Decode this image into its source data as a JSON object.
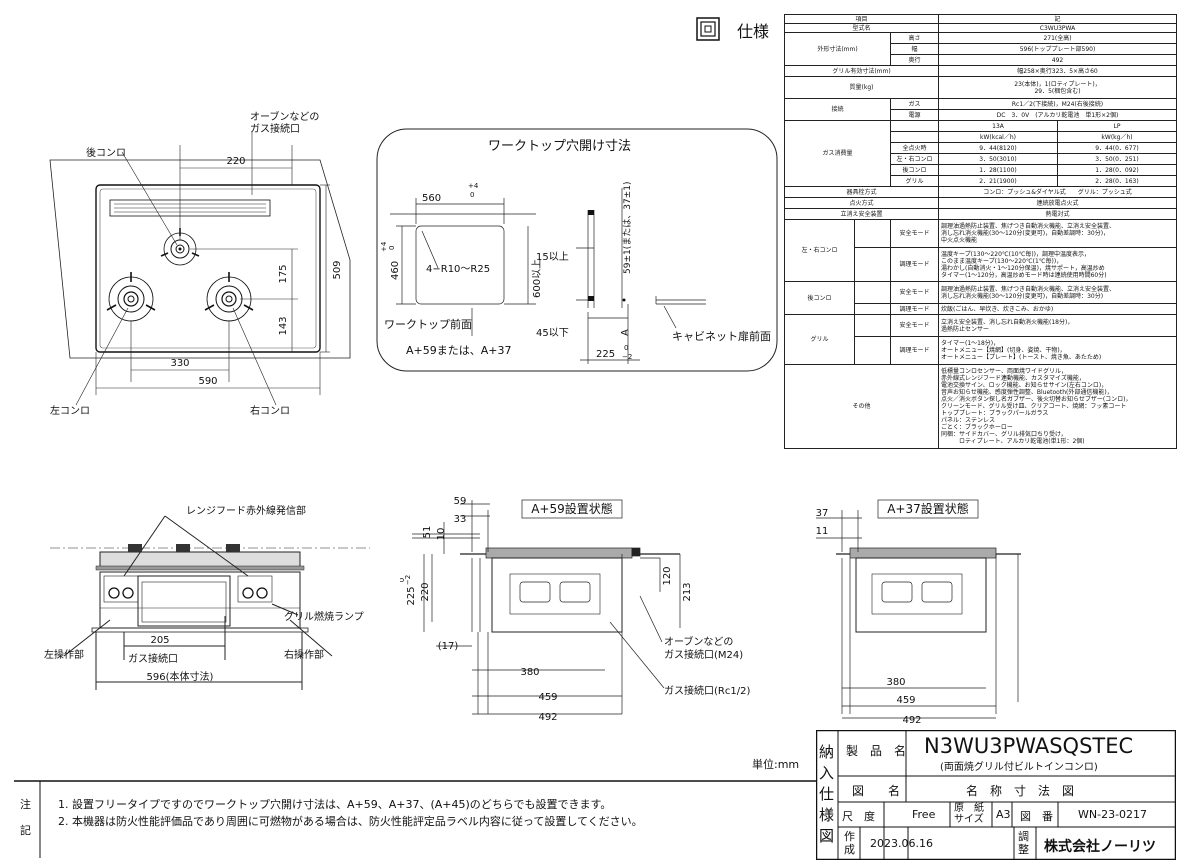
{
  "spec_header": {
    "title": "仕様"
  },
  "spec_table": {
    "col_item": "項目",
    "col_value": "記",
    "model_label": "型式名",
    "model_value": "C3WU3PWA",
    "dim_label": "外形寸法(mm)",
    "height_label": "高さ",
    "height_value": "271(全高)",
    "width_label": "幅",
    "width_value": "596(トッププレート部590)",
    "depth_label": "奥行",
    "depth_value": "492",
    "grill_eff_label": "グリル有効寸法(mm)",
    "grill_eff_value": "幅258×奥行323．5×高さ60",
    "weight_label": "質量(kg)",
    "weight_value": "23(本体)，1(ロティプレート)，\n29．5(梱包含む)",
    "connect_label": "接続",
    "gas_label": "ガス",
    "gas_value": "Rc1／2(下接続)，M24(右後接続)",
    "power_label": "電源",
    "power_value": "DC　3．0V　(アルカリ乾電池　単1形×2個)",
    "gas_cons_label": "ガス消費量",
    "col_13a": "13A",
    "col_lp": "LP",
    "unit_13a": "kW(kcal／h)",
    "unit_lp": "kW(kg／h)",
    "rows": [
      {
        "label": "全点火時",
        "v13a": "9．44(8120)",
        "vlp": "9．44(0．677)"
      },
      {
        "label": "左・右コンロ",
        "v13a": "3．50(3010)",
        "vlp": "3．50(0．251)"
      },
      {
        "label": "後コンロ",
        "v13a": "1．28(1100)",
        "vlp": "1．28(0．092)"
      },
      {
        "label": "グリル",
        "v13a": "2．21(1900)",
        "vlp": "2．28(0．163)"
      }
    ],
    "burner_type_label": "器具栓方式",
    "burner_type_value": "コンロ：プッシュ&ダイヤル式　　グリル：プッシュ式",
    "ignition_label": "点火方式",
    "ignition_value": "連続放電点火式",
    "flame_safety_label": "立消え安全装置",
    "flame_safety_value": "熱電対式",
    "lr_label": "左・右コンロ",
    "back_label": "後コンロ",
    "grill_label": "グリル",
    "safety_mode": "安全モード",
    "cook_mode": "調理モード",
    "lr_safety": "調理油過熱防止装置、焦げつき自動消火機能、立消え安全装置、\n消し忘れ消火機能(30～120分(変更可)，自動差調時：30分)，\n中火点火機能",
    "lr_cook": "温度キープ(130～220℃(10℃毎))，調理中温度表示，\nこのまま温度キープ(130～220℃(1℃毎))，\n湯わかし(自動消火・1～120分保温)，焼サポート，高温炒め\nタイマー(1～120分，高温炒めモード時は連続使用時間60分)",
    "back_safety": "調理油過熱防止装置、焦げつき自動消火機能、立消え安全装置、\n消し忘れ消火機能(30～120分(変更可)，自動差調時：30分)",
    "back_cook": "炊飯(ごはん、早炊き、炊きこみ、おかゆ)",
    "grill_safety": "立消え安全装置、消し忘れ自動消火機能(18分)，\n過熱防止センサー",
    "grill_cook": "タイマー(1～18分)，\nオートメニュー【焼網】(切身、姿焼、干物)，\nオートメニュー【プレート】(トースト、焼き魚、あたため)",
    "other_label": "その他",
    "other_value": "低標量コンロセンサー、両面焼ワイドグリル，\n赤外線式レンジフード連動機能、カスタマイズ機能，\n電池交換サイン、ロック機能、お知らせサイン(左右コンロ)，\n音声お知らせ機能、感度弾性調整、Bluetooth(外部通信機能)，\n点火／消火ボタン探し名ガブザー、後火切替お知らせブザー(コンロ)，\nクリーンモード、グリル受け皿、クリアコート、焼網：フッ素コート\nトッププレート：ブラックパールガラス\nパネル：ステンレス\nごとく：ブラックホーロー\n同梱：サイドカバー、グリル排気口ちり受け，\n　　　ロティプレート、アルカリ乾電池(単1形：2個)"
  },
  "top_view": {
    "oven_conn": "オーブンなどの\nガス接続口",
    "back_burner": "後コンロ",
    "left_burner": "左コンロ",
    "right_burner": "右コンロ",
    "d220": "220",
    "d509": "509",
    "d175": "175",
    "d143": "143",
    "d330": "330",
    "d590": "590"
  },
  "cutout": {
    "title": "ワークトップ穴開け寸法",
    "w560": "560",
    "tol_plus4": "+4",
    "tol_0": "0",
    "h460": "460",
    "radius": "4−R10～R25",
    "d600": "600以上",
    "d15": "15以上",
    "d45": "45以下",
    "vtext": "59±1(または、37±1)",
    "a_label": "A",
    "front_label": "ワークトップ前面",
    "cab_label": "キャビネット扉前面",
    "a_note": "A+59または、A+37",
    "d225": "225",
    "tol2_0": "0",
    "tol2_m2": "−2"
  },
  "front_view": {
    "ir_label": "レンジフード赤外線発信部",
    "grill_lamp": "グリル燃焼ランプ",
    "left_op": "左操作部",
    "right_op": "右操作部",
    "gas_conn": "ガス接続口",
    "d205": "205",
    "d596": "596(本体寸法)"
  },
  "side59": {
    "title": "A+59設置状態",
    "d59": "59",
    "d33": "33",
    "d51": "51",
    "d10": "10",
    "d225": "225",
    "tol_0": "0",
    "tol_m2": "−2",
    "d220": "220",
    "d17": "(17)",
    "d120": "120",
    "d213": "213",
    "d380": "380",
    "d459": "459",
    "d492": "492",
    "oven_conn": "オーブンなどの\nガス接続口(M24)",
    "gas_conn": "ガス接続口(Rc1/2)"
  },
  "side37": {
    "title": "A+37設置状態",
    "d37": "37",
    "d11": "11",
    "d380": "380",
    "d459": "459",
    "d492": "492"
  },
  "unit": "単位:mm",
  "notes": {
    "label_top": "注",
    "label_bottom": "記",
    "line1": "1. 設置フリータイプですのでワークトップ穴開け寸法は、A+59、A+37、(A+45)のどちらでも設置できます。",
    "line2": "2. 本機器は防火性能評価品であり周囲に可燃物がある場合は、防火性能評定品ラベル内容に従って設置してください。"
  },
  "title_block": {
    "side_label": "納入仕様図",
    "product_name_label": "製　品　名",
    "product_name": "N3WU3PWASQSTEC",
    "product_desc": "(両面焼グリル付ビルトインコンロ)",
    "drawing_name_label": "図　　名",
    "drawing_name": "名　称　寸　法　図",
    "scale_label": "尺　度",
    "scale": "Free",
    "paper_label": "原　紙\nサイズ",
    "paper": "A3",
    "drawing_no_label": "図　番",
    "drawing_no": "WN-23-0217",
    "made_label": "作\n成",
    "date": "2023.06.16",
    "check_label": "調\n整",
    "company": "株式会社ノーリツ"
  }
}
